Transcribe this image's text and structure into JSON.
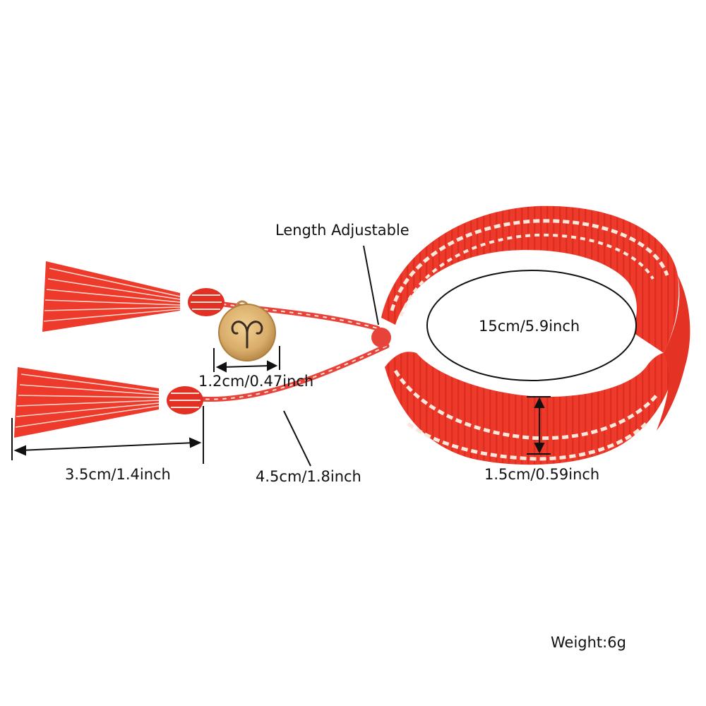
{
  "product_photo": {
    "labels": {
      "length_adjustable": "Length Adjustable",
      "inner_diameter": "15cm/5.9inch",
      "pendant_size": "1.2cm/0.47inch",
      "tassel_length": "3.5cm/1.4inch",
      "cord_length": "4.5cm/1.8inch",
      "band_width": "1.5cm/0.59inch",
      "weight": "Weight:6g"
    },
    "colors": {
      "band": "#ef3b2c",
      "band_dark": "#d8261b",
      "stitch": "#fbe8dc",
      "pendant_gold": "#d9ad6a",
      "background": "#ffffff"
    },
    "icons": {
      "pendant_symbol": "aries-zodiac-icon"
    }
  }
}
